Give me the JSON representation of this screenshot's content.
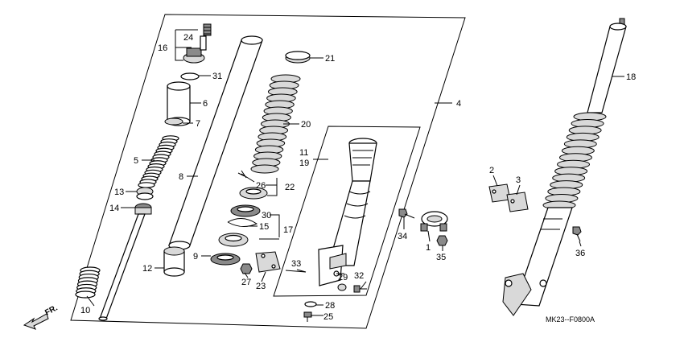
{
  "callouts": {
    "c1": "1",
    "c2": "2",
    "c3": "3",
    "c4": "4",
    "c5": "5",
    "c6": "6",
    "c7": "7",
    "c8": "8",
    "c9": "9",
    "c10": "10",
    "c11": "11",
    "c12": "12",
    "c13": "13",
    "c14": "14",
    "c15": "15",
    "c16": "16",
    "c17": "17",
    "c18": "18",
    "c19": "19",
    "c20": "20",
    "c21": "21",
    "c22": "22",
    "c23": "23",
    "c24": "24",
    "c25": "25",
    "c26": "26",
    "c27": "27",
    "c28": "28",
    "c29": "29",
    "c30": "30",
    "c31": "31",
    "c32": "32",
    "c33": "33",
    "c34": "34",
    "c35": "35",
    "c36": "36"
  },
  "front_marker": "FR.",
  "diagram_code": "MK23--F0800A"
}
